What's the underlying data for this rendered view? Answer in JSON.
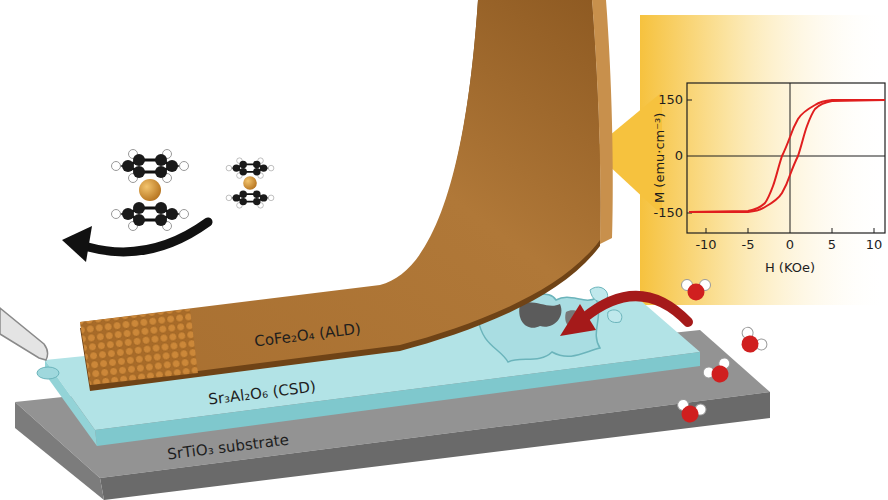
{
  "diagram": {
    "nodes": [
      {
        "text": [
          "CoFe₂O₄ (ALD)"
        ]
      },
      {
        "text": [
          "Sr₃Al₂O₆ (CSD)"
        ]
      },
      {
        "text": [
          "SrTiO₃ substrate"
        ]
      }
    ],
    "edges": [],
    "labels": [
      "150",
      "0",
      "-150",
      "M (emu·cm⁻³)",
      "-10",
      "-5",
      "0",
      "5",
      "10",
      "H (KOe)"
    ]
  }
}
